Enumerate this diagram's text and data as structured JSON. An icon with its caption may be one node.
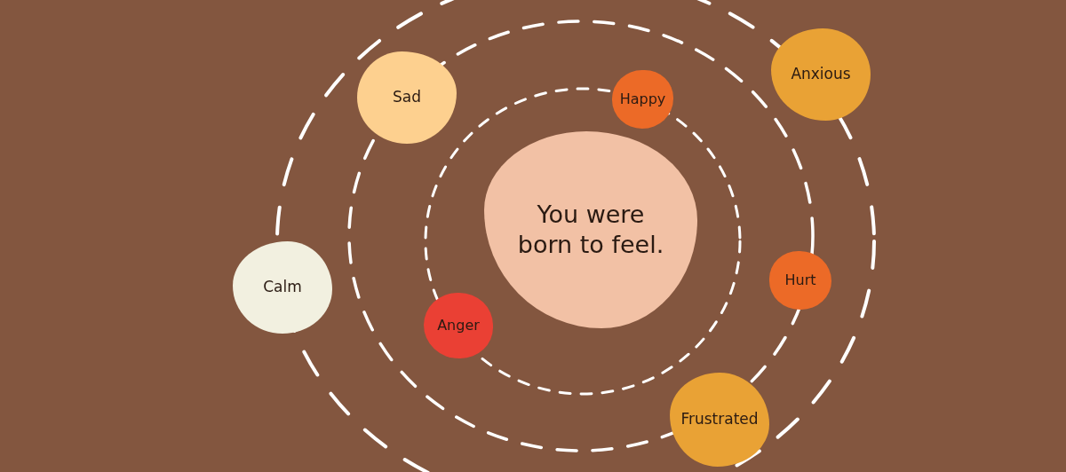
{
  "diagram": {
    "nodes": [
      {
        "text": [
          "You were born to feel."
        ]
      },
      {
        "text": [
          "Sad"
        ]
      },
      {
        "text": [
          "Happy"
        ]
      },
      {
        "text": [
          "Anxious"
        ]
      },
      {
        "text": [
          "Calm"
        ]
      },
      {
        "text": [
          "Anger"
        ]
      },
      {
        "text": [
          "Hurt"
        ]
      },
      {
        "text": [
          "Frustrated"
        ]
      }
    ]
  }
}
